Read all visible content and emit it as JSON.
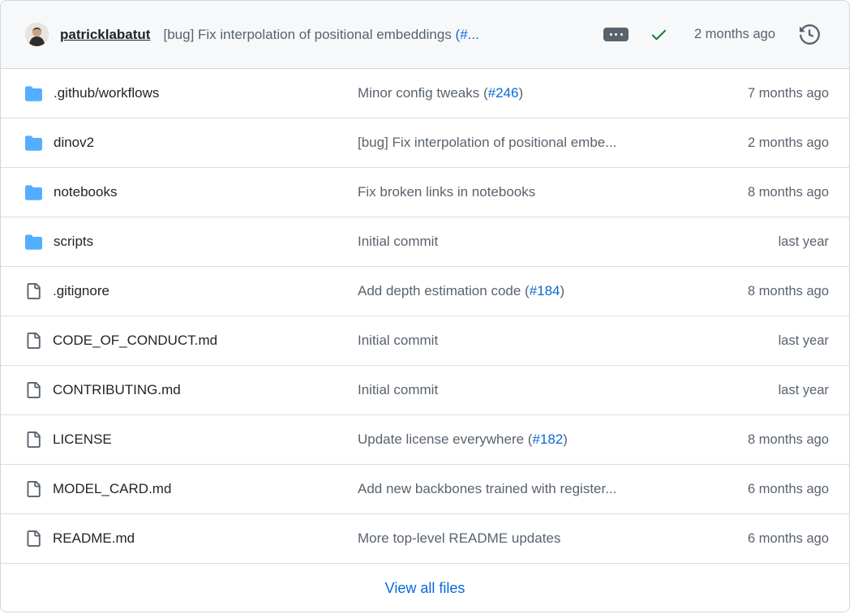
{
  "header": {
    "author": "patricklabatut",
    "message_prefix": "[bug] Fix interpolation of positional embeddings ",
    "message_link": "(#...",
    "time": "2 months ago"
  },
  "files": {
    "rows": [
      {
        "type": "folder",
        "name": ".github/workflows",
        "msg_prefix": "Minor config tweaks (",
        "msg_link": "#246",
        "msg_suffix": ")",
        "time": "7 months ago"
      },
      {
        "type": "folder",
        "name": "dinov2",
        "msg_prefix": "[bug] Fix interpolation of positional embe...",
        "msg_link": "",
        "msg_suffix": "",
        "time": "2 months ago"
      },
      {
        "type": "folder",
        "name": "notebooks",
        "msg_prefix": "Fix broken links in notebooks",
        "msg_link": "",
        "msg_suffix": "",
        "time": "8 months ago"
      },
      {
        "type": "folder",
        "name": "scripts",
        "msg_prefix": "Initial commit",
        "msg_link": "",
        "msg_suffix": "",
        "time": "last year"
      },
      {
        "type": "file",
        "name": ".gitignore",
        "msg_prefix": "Add depth estimation code (",
        "msg_link": "#184",
        "msg_suffix": ")",
        "time": "8 months ago"
      },
      {
        "type": "file",
        "name": "CODE_OF_CONDUCT.md",
        "msg_prefix": "Initial commit",
        "msg_link": "",
        "msg_suffix": "",
        "time": "last year"
      },
      {
        "type": "file",
        "name": "CONTRIBUTING.md",
        "msg_prefix": "Initial commit",
        "msg_link": "",
        "msg_suffix": "",
        "time": "last year"
      },
      {
        "type": "file",
        "name": "LICENSE",
        "msg_prefix": "Update license everywhere (",
        "msg_link": "#182",
        "msg_suffix": ")",
        "time": "8 months ago"
      },
      {
        "type": "file",
        "name": "MODEL_CARD.md",
        "msg_prefix": "Add new backbones trained with register...",
        "msg_link": "",
        "msg_suffix": "",
        "time": "6 months ago"
      },
      {
        "type": "file",
        "name": "README.md",
        "msg_prefix": "More top-level README updates",
        "msg_link": "",
        "msg_suffix": "",
        "time": "6 months ago"
      }
    ]
  },
  "footer": {
    "view_all_label": "View all files"
  },
  "colors": {
    "header_bg": "#f6f8fa",
    "border": "#d0d7de",
    "row_divider": "#d8dee4",
    "text": "#1f2328",
    "muted": "#59636e",
    "link_blue": "#0969da",
    "folder_blue": "#54aeff",
    "check_green": "#1a7f37",
    "kebab_bg": "#59636e"
  },
  "icons": {
    "folder": "folder-fill-icon",
    "file": "file-icon",
    "kebab": "kebab-horizontal-icon",
    "check": "check-icon",
    "history": "history-icon"
  }
}
